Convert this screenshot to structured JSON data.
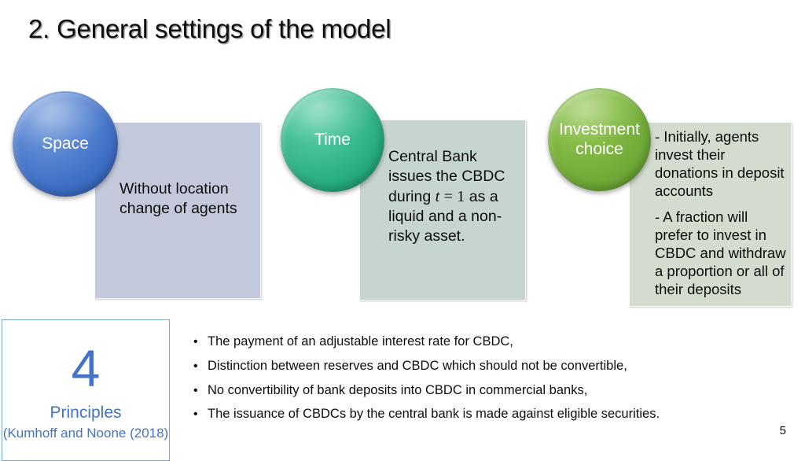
{
  "slide": {
    "title": "2. General settings of the model",
    "page_number": "5",
    "accent_blue": "#4472c4",
    "circle_blue": "#3e6fc6",
    "circle_teal": "#27ab7e",
    "circle_green": "#6fa936",
    "panel_blue_fill": "#c3c8da",
    "panel_teal_fill": "#c6d5cf",
    "panel_green_fill": "#d3dccf"
  },
  "groups": [
    {
      "circle_label": "Space",
      "panel_paragraphs": [
        "Without location change of agents"
      ]
    },
    {
      "circle_label": "Time",
      "panel_math": {
        "before": "Central Bank issues the CBDC during ",
        "variable": "t",
        "operator": " = ",
        "value": "1",
        "after": " as a liquid and a non-risky asset."
      }
    },
    {
      "circle_label": "Investment choice",
      "panel_paragraphs": [
        "- Initially, agents invest their donations in deposit accounts",
        "- A fraction will prefer to invest in CBDC and withdraw a proportion or all of their deposits"
      ]
    }
  ],
  "principles": {
    "number": "4",
    "label": "Principles",
    "citation": "(Kumhoff and Noone (2018)"
  },
  "bullets": {
    "marker": "•",
    "items": [
      "The payment of an adjustable interest rate for CBDC,",
      "Distinction between reserves and CBDC which should not be convertible,",
      "No convertibility of bank deposits into CBDC  in commercial banks,",
      "The issuance of CBDCs by the central bank is made against eligible securities."
    ]
  }
}
